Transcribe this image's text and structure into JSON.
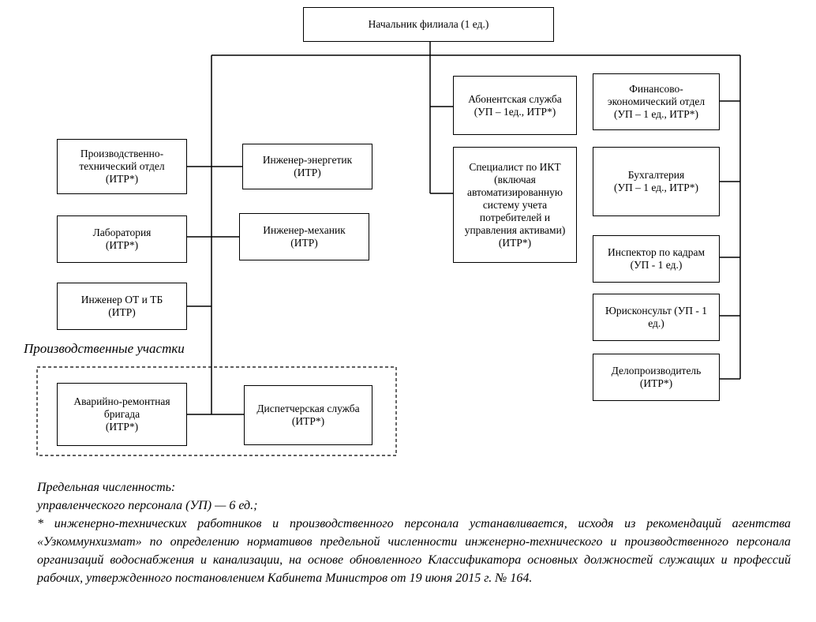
{
  "chart": {
    "top": {
      "line1": "Начальник филиала (1 ед.)"
    },
    "left": [
      {
        "lines": [
          "Производственно-",
          "технический отдел",
          "(ИТР*)"
        ]
      },
      {
        "lines": [
          "Лаборатория",
          "(ИТР*)"
        ]
      },
      {
        "lines": [
          "Инженер ОТ и ТБ",
          "(ИТР)"
        ]
      }
    ],
    "middle": [
      {
        "lines": [
          "Инженер-энергетик",
          "(ИТР)"
        ]
      },
      {
        "lines": [
          "Инженер-механик",
          "(ИТР)"
        ]
      }
    ],
    "center": [
      {
        "lines": [
          "Абонентская служба",
          "(УП – 1ед., ИТР*)"
        ]
      },
      {
        "lines": [
          "Специалист по ИКТ",
          "(включая",
          "автоматизированную",
          "систему учета",
          "потребителей и",
          "управления активами)",
          "(ИТР*)"
        ]
      }
    ],
    "right": [
      {
        "lines": [
          "Финансово-",
          "экономический отдел",
          "(УП – 1 ед., ИТР*)"
        ]
      },
      {
        "lines": [
          "Бухгалтерия",
          "(УП – 1 ед., ИТР*)"
        ]
      },
      {
        "lines": [
          "Инспектор по кадрам",
          "(УП - 1 ед.)"
        ]
      },
      {
        "lines": [
          "Юрисконсульт (УП - 1",
          "ед.)"
        ]
      },
      {
        "lines": [
          "Делопроизводитель",
          "(ИТР*)"
        ]
      }
    ],
    "section_label": "Производственные участки",
    "section": [
      {
        "lines": [
          "Аварийно-ремонтная",
          "бригада",
          "(ИТР*)"
        ]
      },
      {
        "lines": [
          "Диспетчерская служба",
          "(ИТР*)"
        ]
      }
    ]
  },
  "notes": {
    "line1": "Предельная численность:",
    "line2": "управленческого персонала (УП) — 6 ед.;",
    "footnote": "* инженерно-технических работников и производственного персонала устанавливается, исходя из рекомендаций агентства «Узкоммунхизмат» по определению нормативов предельной численности инженерно-технического и производственного персонала организаций водоснабжения и канализации, на основе обновленного Классификатора основных должностей служащих и профессий рабочих, утвержденного постановлением Кабинета Министров от 19 июня 2015 г. № 164."
  }
}
